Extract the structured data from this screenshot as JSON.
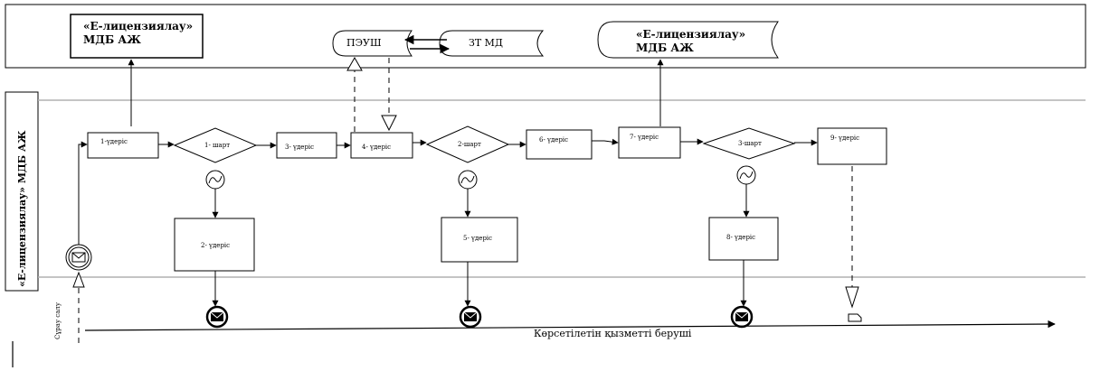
{
  "top_lane": {
    "system_box": {
      "line1": "«Е-лицензиялау»",
      "line2": "МДБ АЖ"
    },
    "peush": "ПЭУШ",
    "zt_md": "ЗТ МД",
    "drum_eliz": {
      "line1": "«Е-лицензиялау»",
      "line2": "МДБ АЖ"
    }
  },
  "swimlane_label": "«Е-лицензиялау» МДБ АЖ",
  "steps": {
    "s1": "1-үдеріс",
    "c1": "1- шарт",
    "s3": "3- үдеріс",
    "s4": "4- үдеріс",
    "c2": "2-шарт",
    "s6": "6- үдеріс",
    "s7": "7- үдеріс",
    "c3": "3-шарт",
    "s9": "9- үдеріс",
    "s2": "2- үдеріс",
    "s5": "5- үдеріс",
    "s8": "8- үдеріс"
  },
  "request_label": "Сұрау салу",
  "provider_label": "Көрсетілетін қызметті беруші",
  "colors": {
    "stroke": "#000000",
    "lane_line": "#b0b0b0",
    "background": "#ffffff"
  }
}
